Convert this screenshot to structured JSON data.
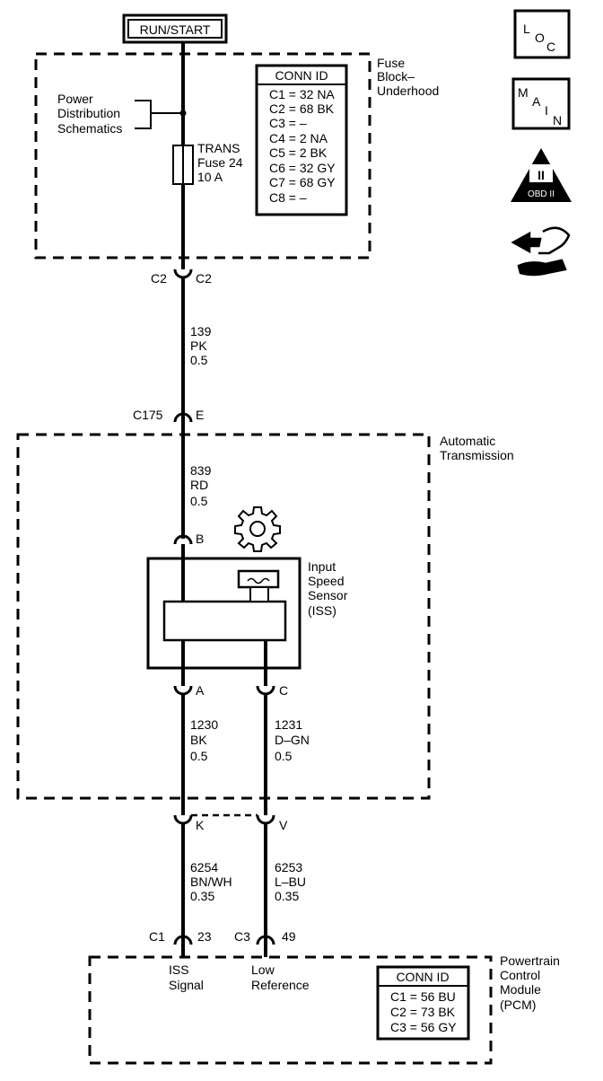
{
  "power_label": "RUN/START",
  "fuse_block": {
    "title_lines": [
      "Fuse",
      "Block–",
      "Underhood"
    ],
    "power_dist_lines": [
      "Power",
      "Distribution",
      "Schematics"
    ],
    "fuse_lines": [
      "TRANS",
      "Fuse 24",
      "10 A"
    ],
    "conn_id_title": "CONN ID",
    "conn_ids": [
      "C1 = 32 NA",
      "C2 = 68 BK",
      "C3 = –",
      "C4 = 2 NA",
      "C5 = 2 BK",
      "C6 = 32 GY",
      "C7 = 68 GY",
      "C8 = –"
    ]
  },
  "connectors": {
    "c2_left": "C2",
    "c2_right": "C2",
    "c175_left": "C175",
    "c175_right": "E",
    "b": "B",
    "a": "A",
    "c": "C",
    "k": "K",
    "v": "V",
    "pcm_c1": "C1",
    "pcm_23": "23",
    "pcm_c3": "C3",
    "pcm_49": "49"
  },
  "wires": {
    "w139": [
      "139",
      "PK",
      "0.5"
    ],
    "w839": [
      "839",
      "RD",
      "0.5"
    ],
    "w1230": [
      "1230",
      "BK",
      "0.5"
    ],
    "w1231": [
      "1231",
      "D–GN",
      "0.5"
    ],
    "w6254": [
      "6254",
      "BN/WH",
      "0.35"
    ],
    "w6253": [
      "6253",
      "L–BU",
      "0.35"
    ]
  },
  "transmission": {
    "title_lines": [
      "Automatic",
      "Transmission"
    ]
  },
  "sensor": {
    "label_lines": [
      "Input",
      "Speed",
      "Sensor",
      "(ISS)"
    ]
  },
  "pcm": {
    "title_lines": [
      "Powertrain",
      "Control",
      "Module",
      "(PCM)"
    ],
    "iss_signal_lines": [
      "ISS",
      "Signal"
    ],
    "low_ref_lines": [
      "Low",
      "Reference"
    ],
    "conn_id_title": "CONN ID",
    "conn_ids": [
      "C1 = 56 BU",
      "C2 = 73 BK",
      "C3 = 56 GY"
    ]
  },
  "icons": {
    "loc_letters": [
      "L",
      "O",
      "C"
    ],
    "main_letters": [
      "M",
      "A",
      "I",
      "N"
    ],
    "obd_numeral": "II",
    "obd_text": "OBD II"
  }
}
